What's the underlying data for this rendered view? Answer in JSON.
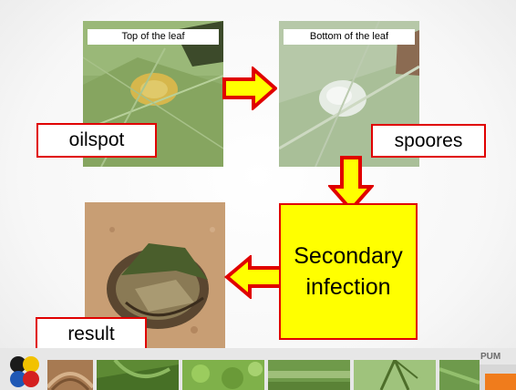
{
  "captions": {
    "top": "Top of the leaf",
    "bottom": "Bottom of the leaf"
  },
  "labels": {
    "oilspot": "oilspot",
    "spoores": "spoores",
    "result": "result",
    "secondary_line1": "Secondary",
    "secondary_line2": "infection"
  },
  "logo": "PUM",
  "colors": {
    "arrow_fill": "#ffff00",
    "arrow_stroke": "#e00000",
    "box_fill": "#ffff00"
  }
}
